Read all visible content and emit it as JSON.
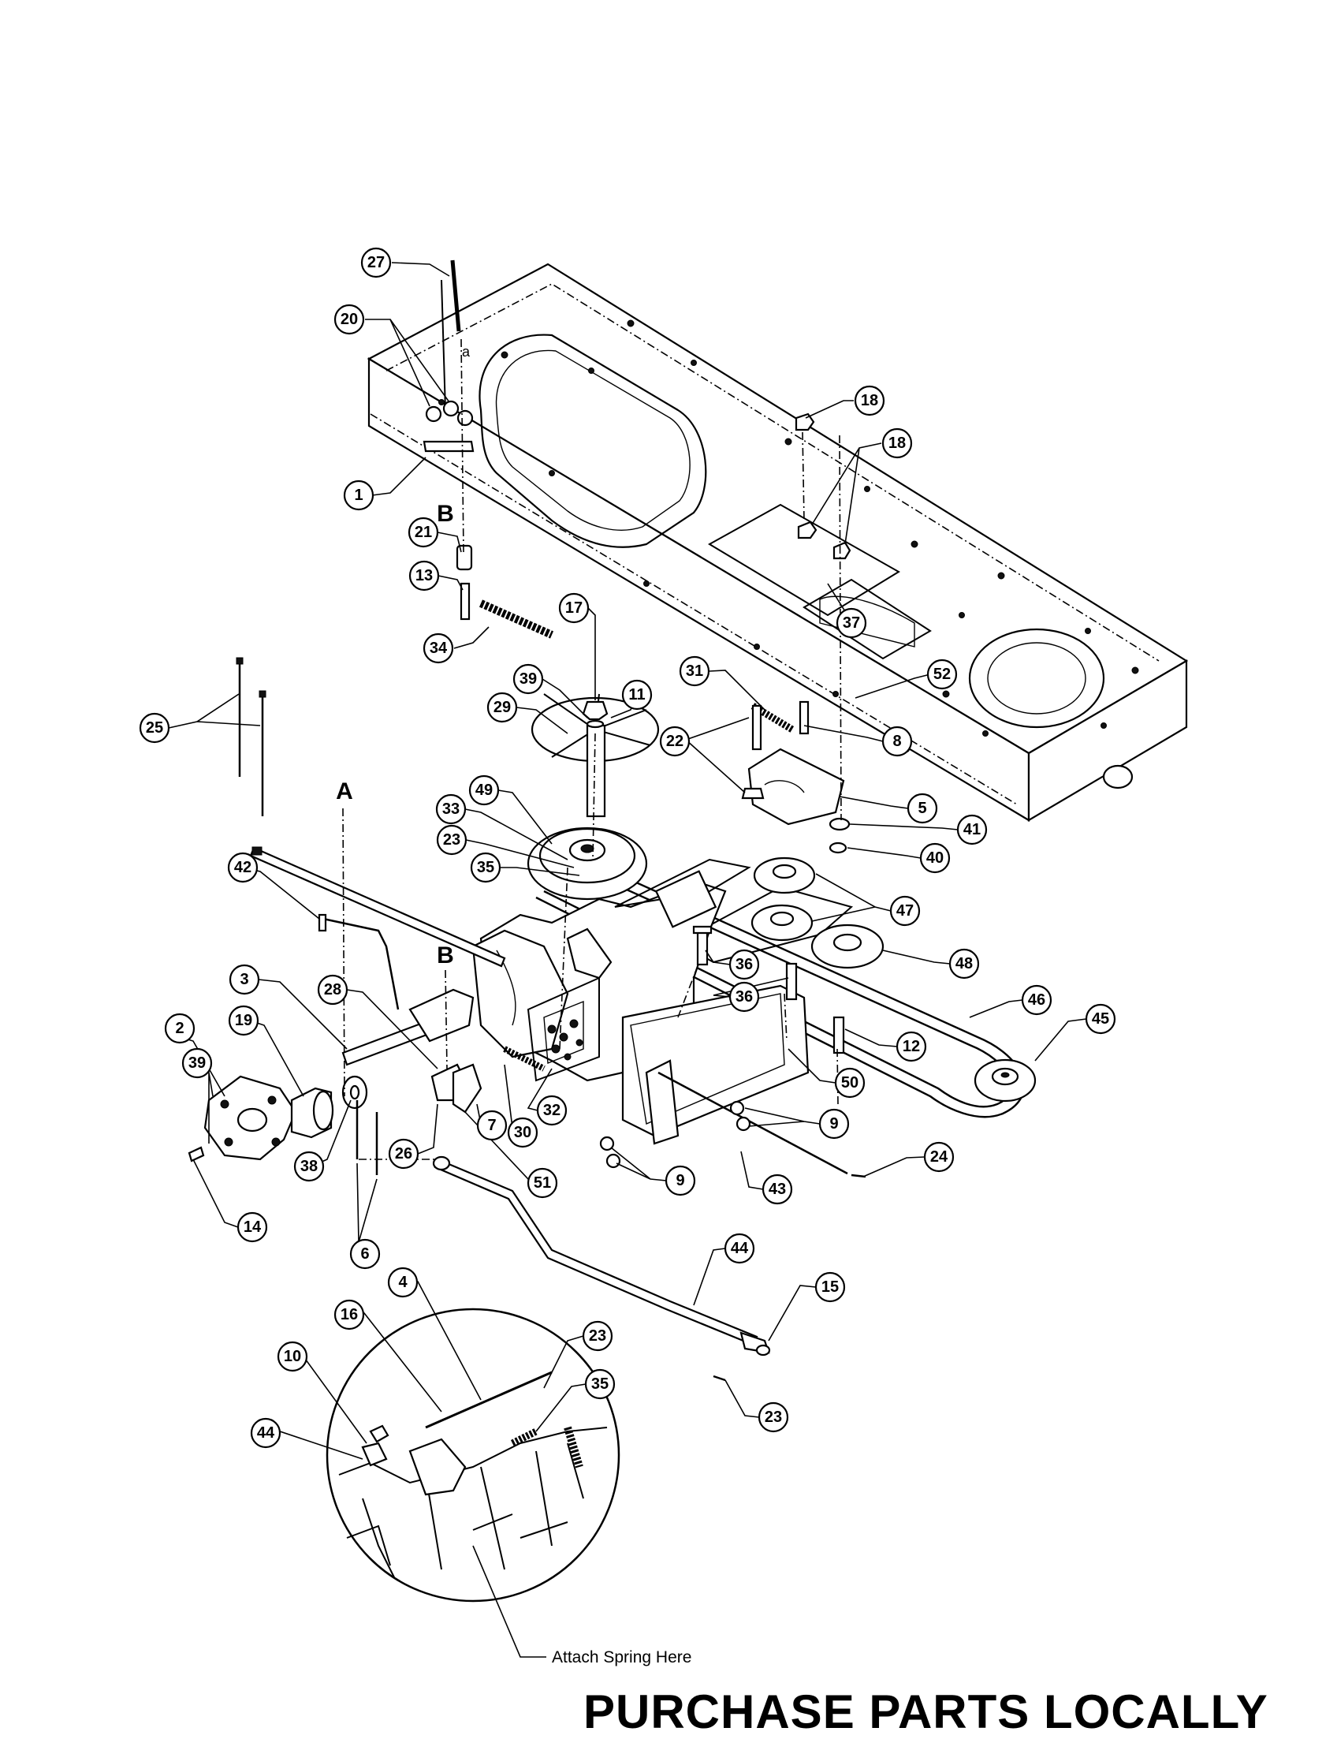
{
  "diagram": {
    "section_letters": [
      "A",
      "B",
      "B",
      "a"
    ],
    "detail_note": "Attach Spring Here",
    "footer": "PURCHASE PARTS LOCALLY",
    "callouts": [
      "27",
      "20",
      "1",
      "21",
      "13",
      "34",
      "18",
      "18",
      "37",
      "52",
      "17",
      "39",
      "11",
      "29",
      "31",
      "22",
      "8",
      "5",
      "41",
      "40",
      "49",
      "33",
      "23",
      "35",
      "47",
      "48",
      "46",
      "45",
      "12",
      "36",
      "36",
      "50",
      "9",
      "9",
      "43",
      "24",
      "42",
      "3",
      "28",
      "2",
      "19",
      "39",
      "38",
      "14",
      "26",
      "6",
      "51",
      "30",
      "32",
      "7",
      "44",
      "15",
      "23",
      "4",
      "16",
      "10",
      "44",
      "23",
      "35",
      "25"
    ]
  }
}
